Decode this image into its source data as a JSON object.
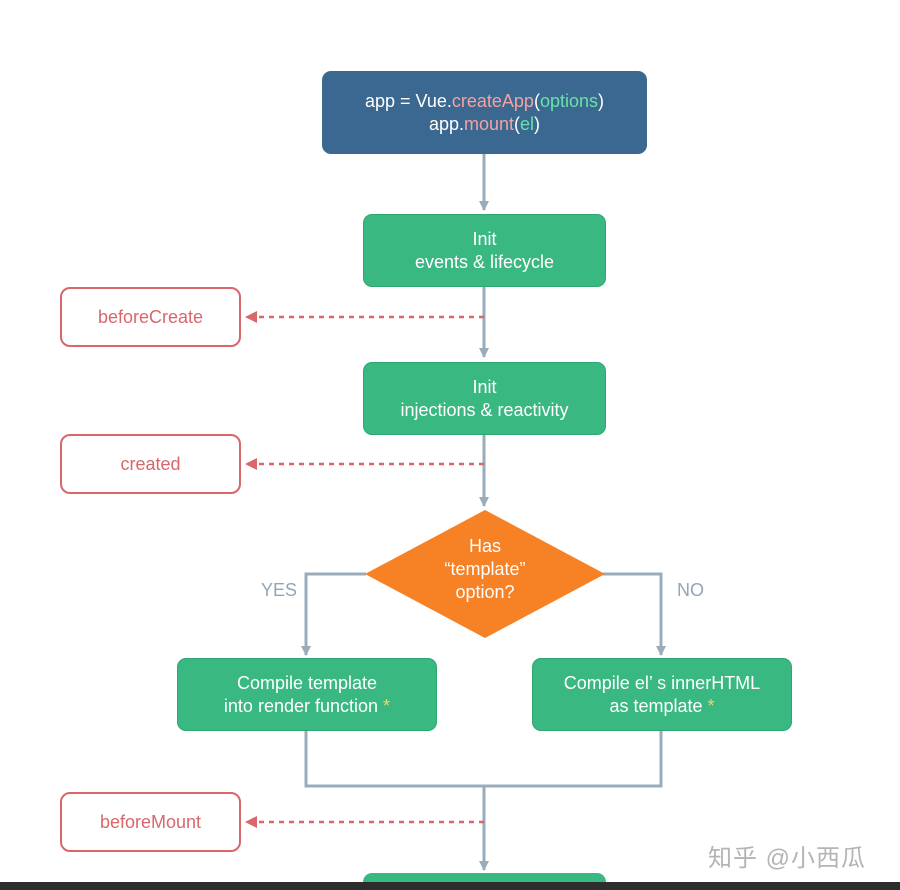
{
  "start": {
    "line1": {
      "a": "app = Vue.",
      "b": "createApp",
      "c": "(",
      "d": "options",
      "e": ")"
    },
    "line2": {
      "a": "app.",
      "b": "mount",
      "c": "(",
      "d": "el",
      "e": ")"
    }
  },
  "init_events": {
    "line1": "Init",
    "line2": "events & lifecycle"
  },
  "init_injections": {
    "line1": "Init",
    "line2": "injections & reactivity"
  },
  "decision": {
    "line1": "Has",
    "line2": "“template”",
    "line3": "option?"
  },
  "branches": {
    "yes": "YES",
    "no": "NO"
  },
  "compile_template": {
    "line1": "Compile template",
    "line2": "into render function",
    "star": "*"
  },
  "compile_el": {
    "line1": "Compile el’ s innerHTML",
    "line2": "as template",
    "star": "*"
  },
  "hooks": {
    "before_create": "beforeCreate",
    "created": "created",
    "before_mount": "beforeMount"
  },
  "watermark": "知乎 @小西瓜",
  "colors": {
    "start_node": "#3b6890",
    "process_node": "#3ab882",
    "decision": "#f78125",
    "hook": "#d9666b",
    "connector": "#9aacb9"
  }
}
